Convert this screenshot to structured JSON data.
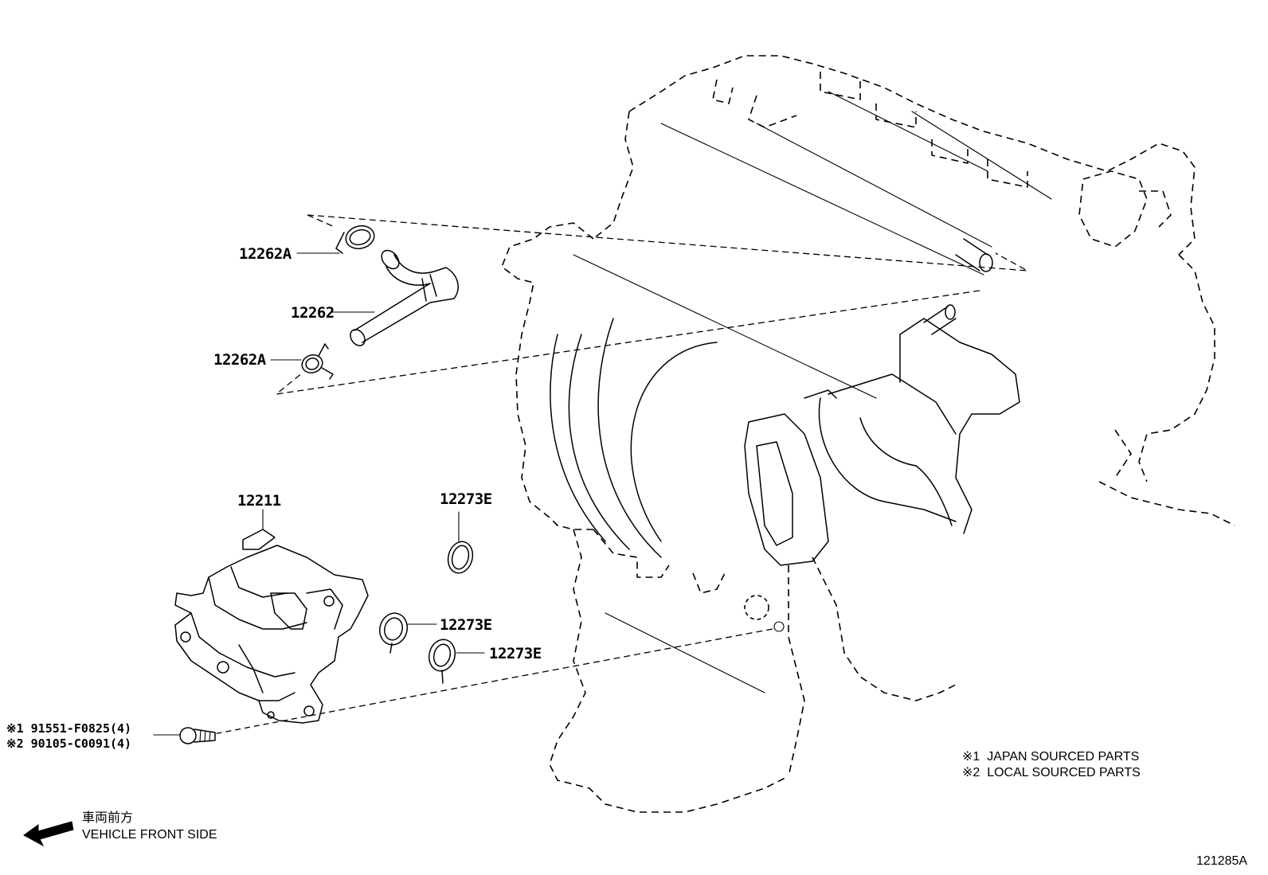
{
  "parts": {
    "clip_upper": "12262A",
    "hose": "12262",
    "clip_lower": "12262A",
    "oil_pump": "12211",
    "gasket_a": "12273E",
    "gasket_b": "12273E",
    "gasket_c": "12273E"
  },
  "bolts": {
    "bolt1_mark": "※1",
    "bolt1_part": "91551-F0825(4)",
    "bolt2_mark": "※2",
    "bolt2_part": "90105-C0091(4)"
  },
  "legend": {
    "line1": "※1  JAPAN SOURCED PARTS",
    "line2": "※2  LOCAL SOURCED PARTS"
  },
  "direction": {
    "japanese": "車両前方",
    "english": "VEHICLE FRONT SIDE"
  },
  "diagram_id": "121285A"
}
